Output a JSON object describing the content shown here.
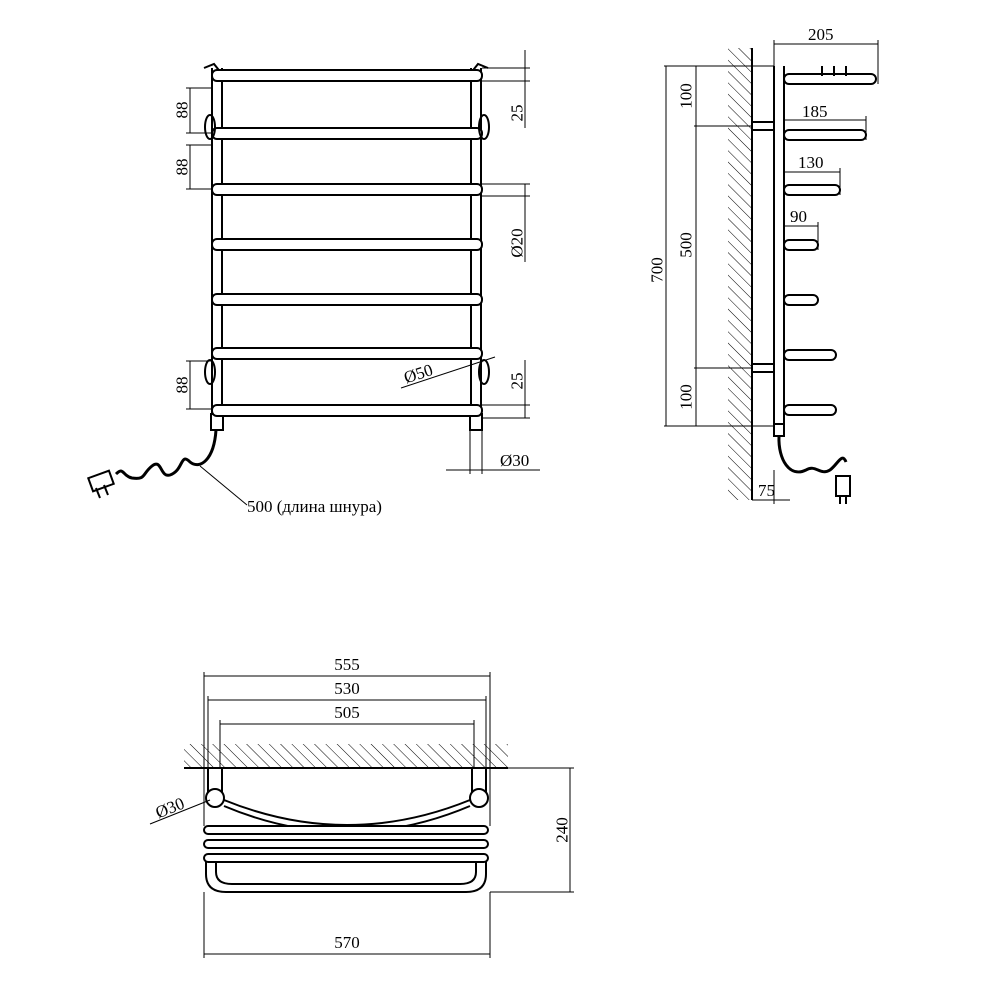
{
  "front_view": {
    "dims": {
      "pitch_top": "88",
      "pitch_mid": "88",
      "pitch_bottom": "88",
      "top_offset": "25",
      "bottom_offset": "25",
      "tube_diameter": "Ø20",
      "flange_diameter": "Ø50",
      "post_diameter": "Ø30"
    },
    "cord_label": "500 (длина шнура)"
  },
  "side_view": {
    "dims": {
      "total_height": "700",
      "mount_spacing": "500",
      "top_mount": "100",
      "bottom_mount": "100",
      "depth_1": "205",
      "depth_2": "185",
      "depth_3": "130",
      "depth_4": "90",
      "wall_gap": "75"
    }
  },
  "top_view": {
    "dims": {
      "width_outer": "555",
      "width_mid": "530",
      "width_inner": "505",
      "depth": "240",
      "post_diameter": "Ø30",
      "width_overall": "570"
    }
  }
}
